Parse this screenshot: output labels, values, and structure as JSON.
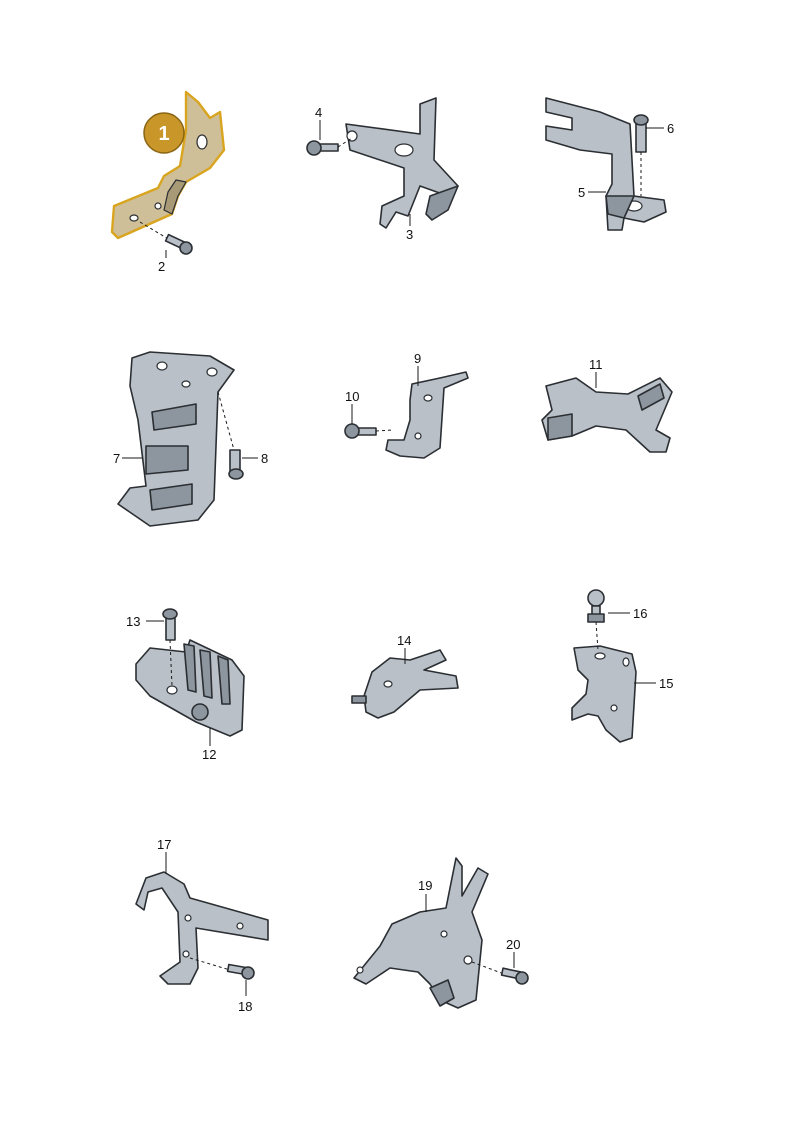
{
  "highlight_badge": "1",
  "labels": {
    "p2": "2",
    "p3": "3",
    "p4": "4",
    "p5": "5",
    "p6": "6",
    "p7": "7",
    "p8": "8",
    "p9": "9",
    "p10": "10",
    "p11": "11",
    "p12": "12",
    "p13": "13",
    "p14": "14",
    "p15": "15",
    "p16": "16",
    "p17": "17",
    "p18": "18",
    "p19": "19",
    "p20": "20"
  },
  "colors": {
    "highlight_fill": "#cfbf98",
    "highlight_outline": "#d9a520",
    "badge": "#c9962a",
    "metal": "#b9c0c7"
  }
}
